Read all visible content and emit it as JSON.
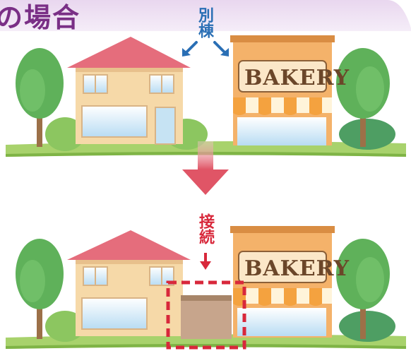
{
  "heading": "の場合",
  "top_scene": {
    "label": "別棟",
    "shop_sign": "BAKERY"
  },
  "bottom_scene": {
    "label": "接続",
    "shop_sign": "BAKERY"
  },
  "colors": {
    "heading": "#7a2f86",
    "separate_label": "#2a6fb5",
    "connected_label": "#d8283b",
    "big_arrow": "#e05566",
    "highlight_box": "#d8283b"
  }
}
